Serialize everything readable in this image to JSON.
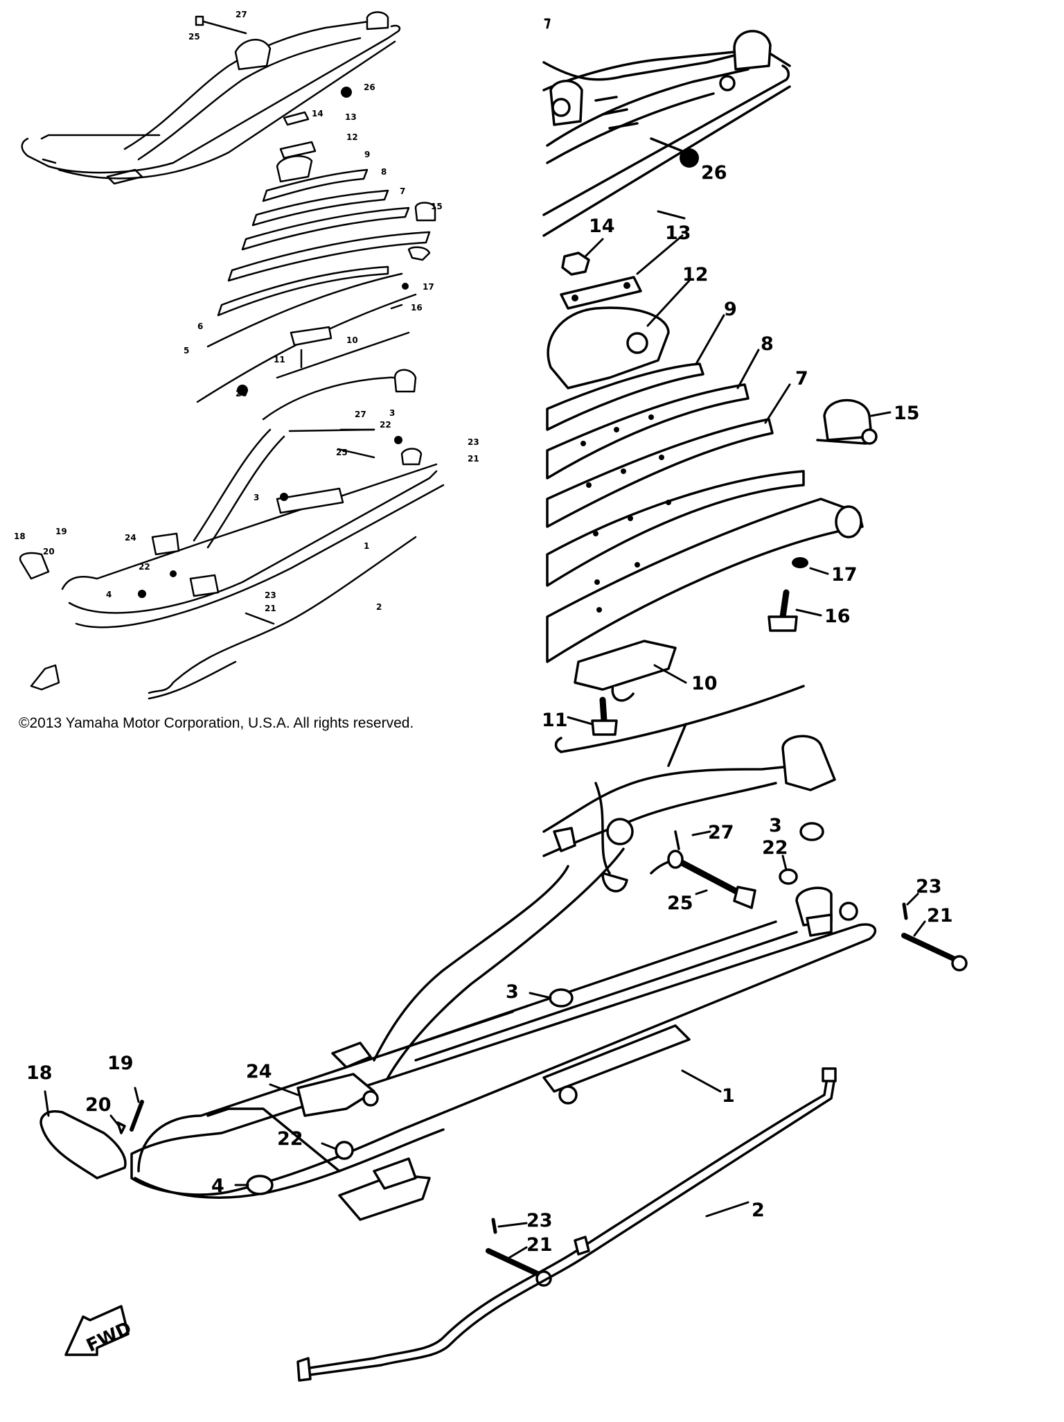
{
  "copyright": "©2013 Yamaha Motor Corporation, U.S.A. All rights reserved.",
  "fwd_label": "FWD",
  "part_labels": {
    "p1": "1",
    "p2": "2",
    "p3": "3",
    "p4": "4",
    "p5": "5",
    "p6": "6",
    "p7": "7",
    "p8": "8",
    "p9": "9",
    "p10": "10",
    "p11": "11",
    "p12": "12",
    "p13": "13",
    "p14": "14",
    "p15": "15",
    "p16": "16",
    "p17": "17",
    "p18": "18",
    "p19": "19",
    "p20": "20",
    "p21": "21",
    "p22": "22",
    "p23": "23",
    "p24": "24",
    "p25": "25",
    "p26": "26",
    "p27": "27"
  }
}
